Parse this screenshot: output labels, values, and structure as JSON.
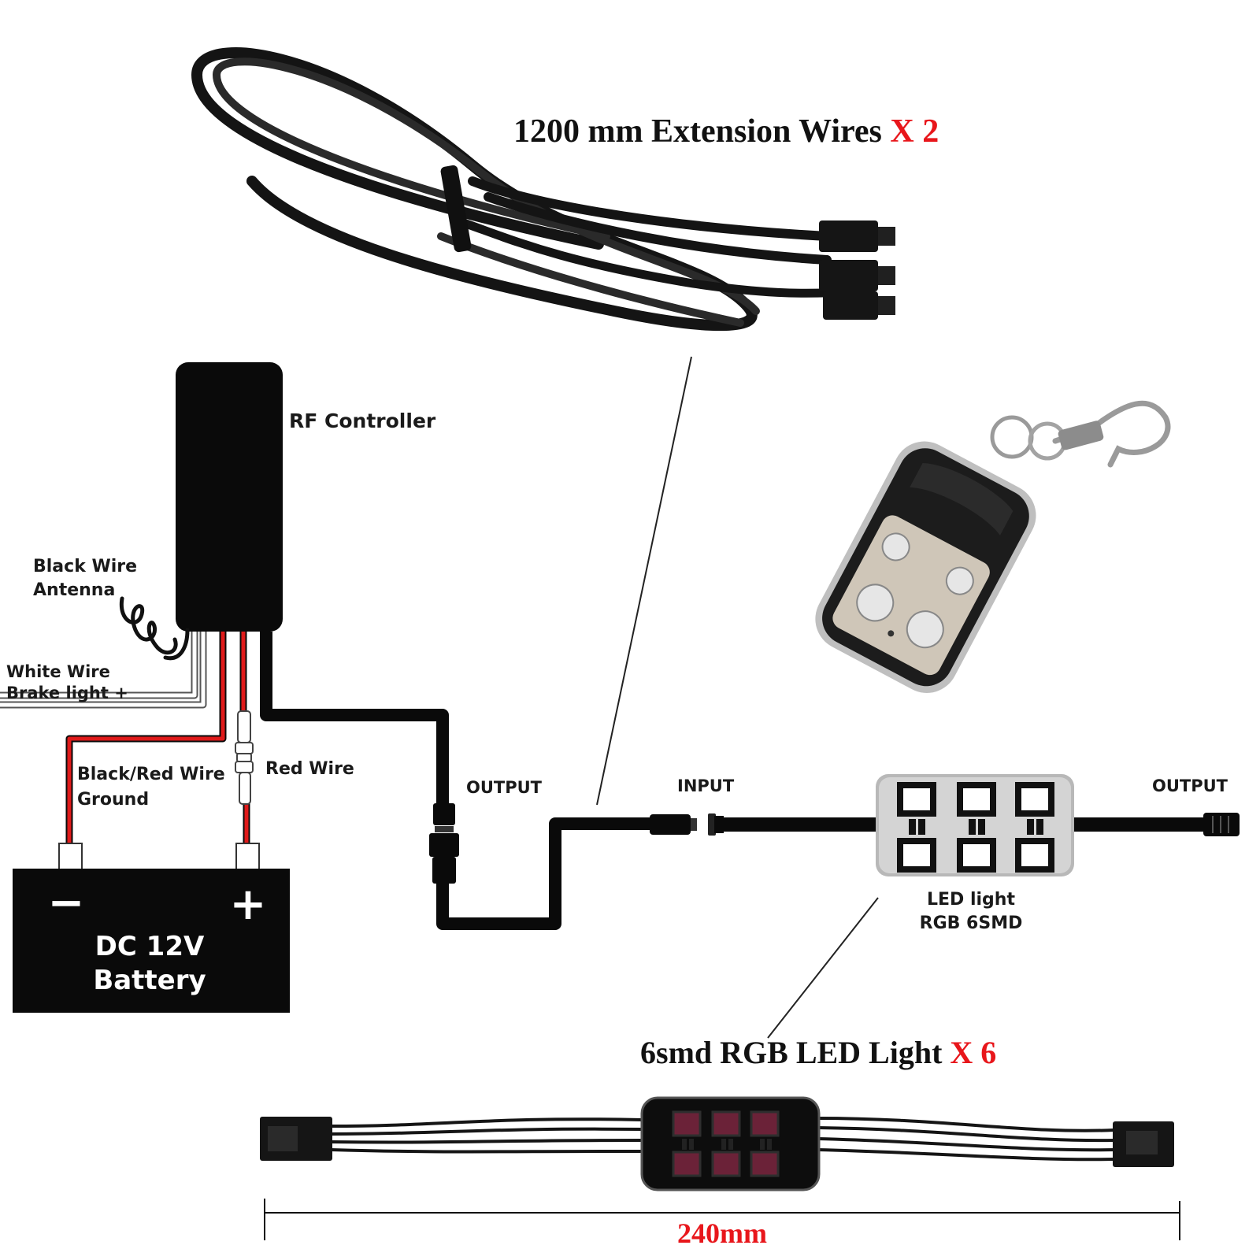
{
  "wires_title": {
    "text": "1200 mm  Extension Wires ",
    "count": "X 2"
  },
  "controller": {
    "label": "RF Controller"
  },
  "antenna": {
    "line1": "Black Wire",
    "line2": "Antenna"
  },
  "white_wire": {
    "line1": "White Wire",
    "line2": "Brake light +"
  },
  "ground_wire": {
    "line1": "Black/Red Wire",
    "line2": "Ground"
  },
  "red_wire": {
    "label": "Red Wire"
  },
  "battery": {
    "minus": "−",
    "plus": "+",
    "line1": "DC 12V",
    "line2": "Battery"
  },
  "connectors": {
    "output_left": "OUTPUT",
    "input": "INPUT",
    "output_right": "OUTPUT"
  },
  "led": {
    "line1": "LED light",
    "line2": "RGB 6SMD"
  },
  "led_title": {
    "text": "6smd RGB LED Light ",
    "count": "X 6"
  },
  "dimension": {
    "label": "240mm"
  },
  "colors": {
    "red_accent": "#e8161b",
    "wire_red": "#e01a1a",
    "black": "#0a0a0a"
  }
}
